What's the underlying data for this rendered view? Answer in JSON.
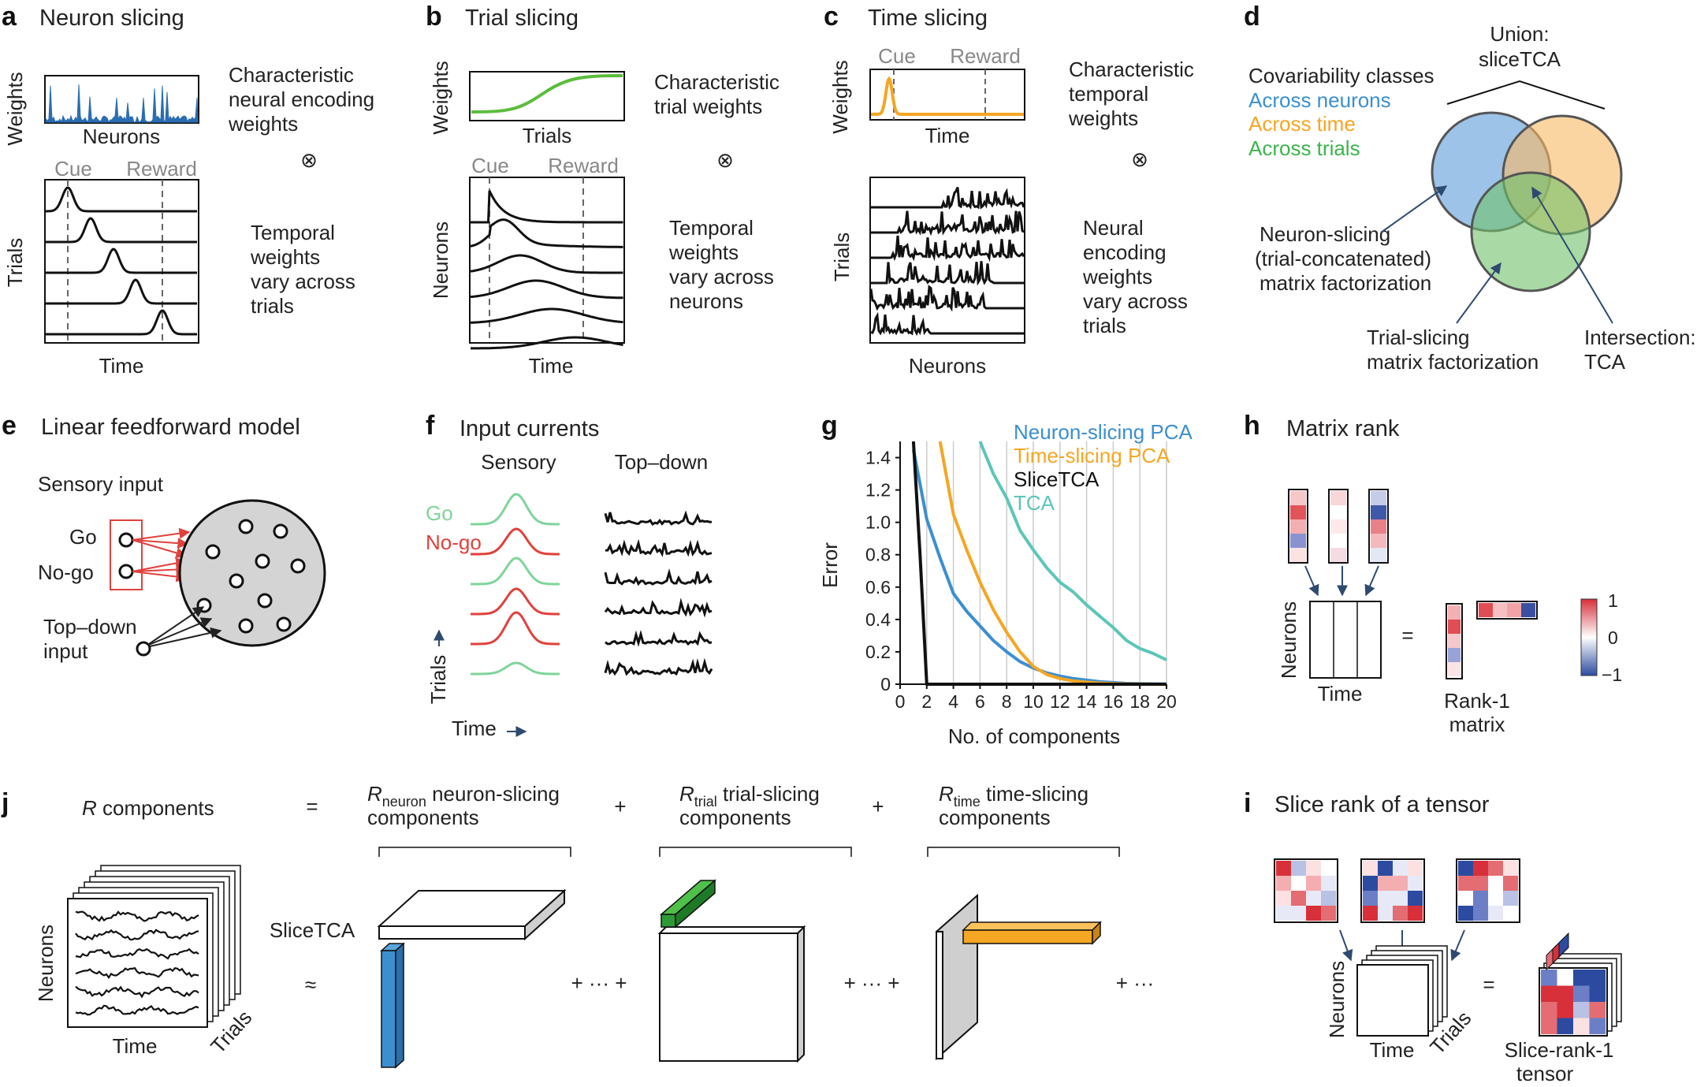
{
  "colors": {
    "blue": "#3b8fd0",
    "orange": "#f5a623",
    "green": "#3cb44b",
    "teal": "#5cc6b8",
    "red": "#e0413c",
    "go_green": "#7fd49a",
    "black": "#111111"
  },
  "panel_a": {
    "label": "a",
    "title": "Neuron slicing",
    "weights_label": "Weights",
    "x_label": "Neurons",
    "desc_1": "Characteristic",
    "desc_2": "neural encoding",
    "desc_3": "weights",
    "otimes": "⊗",
    "cue": "Cue",
    "reward": "Reward",
    "trials_label": "Trials",
    "time_label": "Time",
    "desc2_1": "Temporal",
    "desc2_2": "weights",
    "desc2_3": "vary across",
    "desc2_4": "trials"
  },
  "panel_b": {
    "label": "b",
    "title": "Trial slicing",
    "weights_label": "Weights",
    "x_label": "Trials",
    "desc_1": "Characteristic",
    "desc_2": "trial weights",
    "otimes": "⊗",
    "cue": "Cue",
    "reward": "Reward",
    "neurons_label": "Neurons",
    "time_label": "Time",
    "desc2_1": "Temporal",
    "desc2_2": "weights",
    "desc2_3": "vary across",
    "desc2_4": "neurons"
  },
  "panel_c": {
    "label": "c",
    "title": "Time slicing",
    "weights_label": "Weights",
    "x_label": "Time",
    "cue": "Cue",
    "reward": "Reward",
    "desc_1": "Characteristic",
    "desc_2": "temporal",
    "desc_3": "weights",
    "otimes": "⊗",
    "trials_label": "Trials",
    "neurons_label": "Neurons",
    "desc2_1": "Neural",
    "desc2_2": "encoding",
    "desc2_3": "weights",
    "desc2_4": "vary across",
    "desc2_5": "trials"
  },
  "panel_d": {
    "label": "d",
    "union_1": "Union:",
    "union_2": "sliceTCA",
    "classes_title": "Covariability classes",
    "class_neurons": "Across neurons",
    "class_time": "Across time",
    "class_trials": "Across trials",
    "neuron_slicing_1": "Neuron-slicing",
    "neuron_slicing_2": "(trial-concatenated)",
    "neuron_slicing_3": "matrix factorization",
    "trial_slicing_1": "Trial-slicing",
    "trial_slicing_2": "matrix factorization",
    "intersection_1": "Intersection:",
    "intersection_2": "TCA"
  },
  "panel_e": {
    "label": "e",
    "title": "Linear feedforward model",
    "sensory": "Sensory input",
    "go": "Go",
    "nogo": "No-go",
    "topdown_1": "Top–down",
    "topdown_2": "input"
  },
  "panel_f": {
    "label": "f",
    "title": "Input currents",
    "sensory": "Sensory",
    "topdown": "Top–down",
    "go": "Go",
    "nogo": "No-go",
    "trials_label": "Trials",
    "time_label": "Time"
  },
  "panel_g": {
    "label": "g",
    "legend_neuron": "Neuron-slicing PCA",
    "legend_time": "Time-slicing PCA",
    "legend_slice": "SliceTCA",
    "legend_tca": "TCA"
  },
  "panel_h": {
    "label": "h",
    "title": "Matrix rank",
    "neurons_label": "Neurons",
    "time_label": "Time",
    "equals": "=",
    "rank1_1": "Rank-1",
    "rank1_2": "matrix",
    "cbar_top": "1",
    "cbar_mid": "0",
    "cbar_bot": "−1"
  },
  "panel_j": {
    "label": "j",
    "r_components_r": "R",
    "r_components_rest": " components",
    "equals": "=",
    "plus": "+",
    "neuron_r": "R",
    "neuron_sub": "neuron",
    "neuron_rest": " neuron-slicing",
    "neuron_line2": "components",
    "trial_r": "R",
    "trial_sub": "trial",
    "trial_rest": " trial-slicing",
    "trial_line2": "components",
    "time_r": "R",
    "time_sub": "time",
    "time_rest": " time-slicing",
    "time_line2": "components",
    "slicetca": "SliceTCA",
    "approx": "≈",
    "neurons_label": "Neurons",
    "time_label": "Time",
    "trials_label": "Trials",
    "plus_dots_1": "+ ··· +",
    "plus_dots_2": "+ ··· +",
    "plus_dots_3": "+ ···"
  },
  "panel_i": {
    "label": "i",
    "title": "Slice rank of a tensor",
    "neurons_label": "Neurons",
    "time_label": "Time",
    "trials_label": "Trials",
    "equals": "=",
    "slice_rank_1": "Slice-rank-1",
    "slice_rank_2": "tensor"
  },
  "chart_data": {
    "type": "line",
    "title": "",
    "xlabel": "No. of components",
    "ylabel": "Error",
    "xlim": [
      0,
      20
    ],
    "ylim": [
      0,
      1.5
    ],
    "xticks": [
      0,
      2,
      4,
      6,
      8,
      10,
      12,
      14,
      16,
      18,
      20
    ],
    "yticks": [
      0,
      0.2,
      0.4,
      0.6,
      0.8,
      1.0,
      1.2,
      1.4
    ],
    "ytick_labels": [
      "0",
      "0.2",
      "0.4",
      "0.6",
      "0.8",
      "1.0",
      "1.2",
      "1.4"
    ],
    "grid": "vertical",
    "legend_position": "top-right",
    "series": [
      {
        "name": "Neuron-slicing PCA",
        "color": "#3b8fd0",
        "x": [
          1,
          2,
          3,
          4,
          5,
          6,
          7,
          8,
          9,
          10,
          11,
          12,
          13,
          14,
          15,
          16,
          17,
          18,
          19,
          20
        ],
        "y": [
          1.45,
          1.02,
          0.78,
          0.56,
          0.45,
          0.36,
          0.27,
          0.2,
          0.14,
          0.1,
          0.07,
          0.05,
          0.035,
          0.025,
          0.015,
          0.01,
          0.005,
          0.003,
          0.002,
          0.001
        ]
      },
      {
        "name": "Time-slicing PCA",
        "color": "#f5a623",
        "x": [
          3,
          4,
          5,
          6,
          7,
          8,
          9,
          10,
          11,
          12,
          13,
          14,
          15,
          16,
          17,
          18,
          19,
          20
        ],
        "y": [
          1.5,
          1.05,
          0.83,
          0.63,
          0.46,
          0.32,
          0.2,
          0.11,
          0.06,
          0.035,
          0.02,
          0.012,
          0.007,
          0.004,
          0.002,
          0.001,
          0.0,
          0.0
        ]
      },
      {
        "name": "SliceTCA",
        "color": "#111111",
        "x": [
          1,
          1.5,
          2,
          4,
          20
        ],
        "y": [
          1.5,
          0.8,
          0.0,
          0.0,
          0.0
        ]
      },
      {
        "name": "TCA",
        "color": "#5cc6b8",
        "x": [
          6,
          7,
          8,
          9,
          10,
          11,
          12,
          13,
          14,
          15,
          16,
          17,
          18,
          19,
          20
        ],
        "y": [
          1.5,
          1.3,
          1.15,
          0.95,
          0.83,
          0.72,
          0.63,
          0.57,
          0.49,
          0.42,
          0.35,
          0.27,
          0.22,
          0.19,
          0.15
        ]
      }
    ]
  }
}
